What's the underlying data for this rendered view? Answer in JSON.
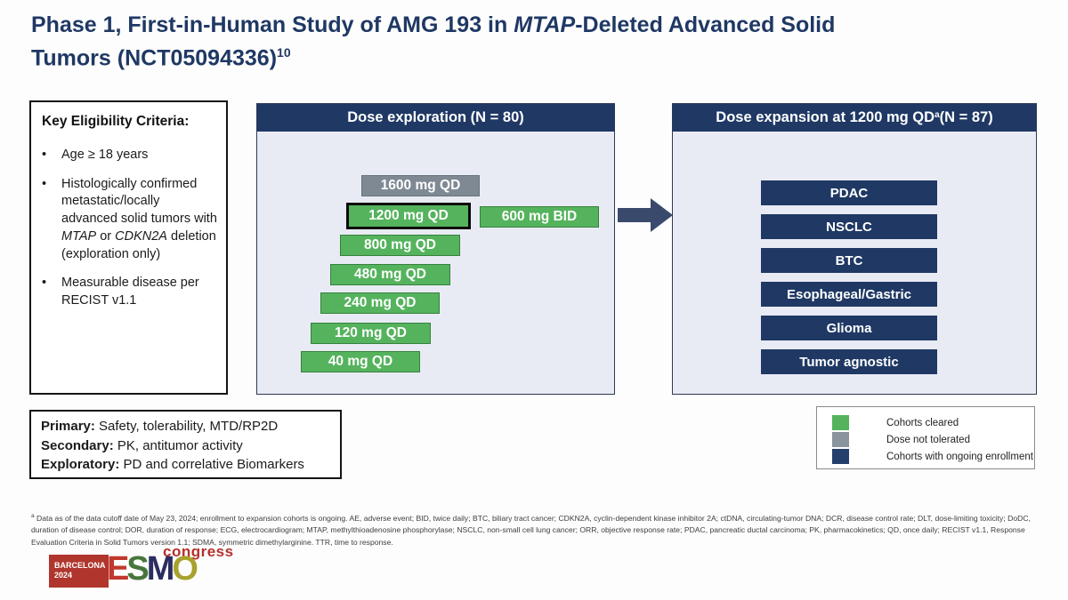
{
  "title": {
    "line1_pre": "Phase 1, First-in-Human Study of AMG 193 in ",
    "line1_gene": "MTAP",
    "line1_post": "-Deleted Advanced Solid",
    "line2": "Tumors (NCT05094336)",
    "sup": "10"
  },
  "eligibility": {
    "heading": "Key Eligibility Criteria:",
    "bullet1": "Age ≥ 18 years",
    "bullet2": {
      "part1": "Histologically confirmed metastatic/locally advanced solid tumors with ",
      "gene1": "MTAP",
      "part2": " or ",
      "gene2": "CDKN2A",
      "part3": " deletion (exploration only)"
    },
    "bullet3": "Measurable disease per RECIST v1.1"
  },
  "dose_exploration": {
    "header": "Dose exploration (N = 80)",
    "bars": [
      {
        "label": "1600 mg QD",
        "status": "dose-not-tolerated"
      },
      {
        "label": "1200 mg QD",
        "status": "cohort-cleared-selected-rp2d"
      },
      {
        "label": "600 mg BID",
        "status": "cohort-cleared"
      },
      {
        "label": "800 mg QD",
        "status": "cohort-cleared"
      },
      {
        "label": "480 mg QD",
        "status": "cohort-cleared"
      },
      {
        "label": "240 mg QD",
        "status": "cohort-cleared"
      },
      {
        "label": "120 mg QD",
        "status": "cohort-cleared"
      },
      {
        "label": "40 mg QD",
        "status": "cohort-cleared"
      }
    ]
  },
  "dose_expansion": {
    "header_pre": "Dose expansion at 1200 mg QD",
    "header_sup": "a",
    "header_post": " (N = 87)",
    "cohorts": [
      "PDAC",
      "NSCLC",
      "BTC",
      "Esophageal/Gastric",
      "Glioma",
      "Tumor agnostic"
    ]
  },
  "endpoints": {
    "primary_label": "Primary:",
    "primary_text": " Safety, tolerability, MTD/RP2D",
    "secondary_label": "Secondary:",
    "secondary_text": " PK, antitumor activity",
    "exploratory_label": "Exploratory:",
    "exploratory_text": " PD and correlative Biomarkers"
  },
  "legend": {
    "items": [
      {
        "label": "Cohorts cleared",
        "color": "#55b35d"
      },
      {
        "label": "Dose not tolerated",
        "color": "#8a949c"
      },
      {
        "label": "Cohorts with ongoing enrollment",
        "color": "#243f6b"
      }
    ]
  },
  "footnote": {
    "sup": "a",
    "line1": " Data as of the data cutoff date of May 23, 2024; enrollment to expansion cohorts is ongoing. AE, adverse event; BID, twice daily; BTC, biliary tract cancer; CDKN2A, cyclin-dependent kinase inhibitor 2A; ctDNA, circulating-tumor DNA; DCR, disease control rate; DLT, dose-limiting toxicity; DoDC,",
    "line2": "duration of disease control; DOR, duration of response; ECG, electrocardiogram; MTAP, methylthioadenosine phosphorylase; NSCLC, non-small cell lung cancer; ORR, objective response rate; PDAC, pancreatic ductal carcinoma; PK, pharmacokinetics; QD, once daily; RECIST v1.1, Response",
    "line3": "Evaluation Criteria in Solid Tumors version 1.1; SDMA, symmetric dimethylarginine. TTR, time to response."
  },
  "logo": {
    "congress": "congress",
    "barcelona": "BARCELONA",
    "year": "2024",
    "letters": [
      "E",
      "S",
      "M",
      "O"
    ]
  },
  "colors": {
    "navy": "#1f3864",
    "panel_body": "#e9ebf4",
    "green": "#55b35d",
    "gray": "#7e8993",
    "arrow": "#3a4a6d",
    "title_text": "#1f3864",
    "logo_red": "#b0362d"
  }
}
